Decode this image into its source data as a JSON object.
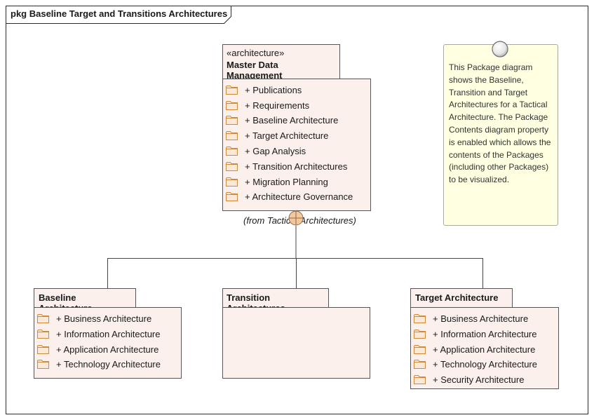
{
  "diagram": {
    "frame_label": "pkg Baseline Target and Transitions Architectures"
  },
  "packages": {
    "master": {
      "stereotype": "«architecture»",
      "name": "Master Data Management",
      "items": [
        "+ Publications",
        "+ Requirements",
        "+ Baseline Architecture",
        "+ Target Architecture",
        "+ Gap Analysis",
        "+ Transition Architectures",
        "+ Migration Planning",
        "+ Architecture Governance"
      ],
      "from_label": "(from Tactical Architectures)"
    },
    "baseline": {
      "name": "Baseline Architecture",
      "items": [
        "+ Business Architecture",
        "+ Information Architecture",
        "+ Application Architecture",
        "+ Technology Architecture"
      ]
    },
    "transition": {
      "name": "Transition Architectures",
      "items": []
    },
    "target": {
      "name": "Target Architecture",
      "items": [
        "+ Business Architecture",
        "+ Information Architecture",
        "+ Application Architecture",
        "+ Technology Architecture",
        "+ Security Architecture"
      ]
    }
  },
  "note": {
    "text": "This Package diagram shows the Baseline, Transition and Target Architectures for a Tactical Architecture. The Package Contents diagram property is enabled which allows the contents of the Packages (including other Packages) to be visualized."
  },
  "colors": {
    "package_fill": "#fbf0ec",
    "package_border": "#555555",
    "note_fill": "#ffffe1",
    "folder_fill": "#fbe8d6",
    "folder_stroke": "#d08a3c",
    "anchor_fill": "#f3c89c"
  },
  "icons": {
    "package_item": "folder-icon",
    "containment": "nesting-anchor-icon",
    "note_pin": "pin-icon"
  }
}
